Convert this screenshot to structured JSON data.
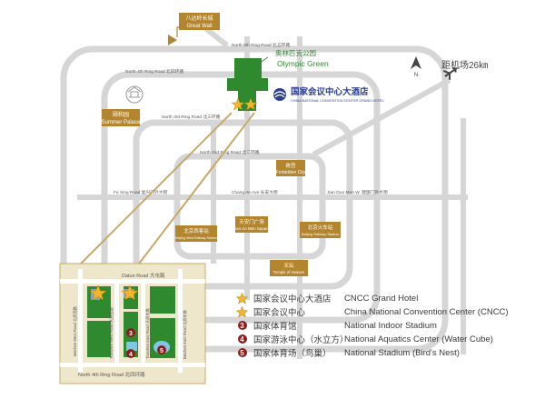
{
  "map": {
    "great_wall": {
      "zh": "八达岭长城",
      "en": "Great Wall"
    },
    "olympic_green": {
      "zh": "奥林匹克公园",
      "en": "Olympic Green"
    },
    "hotel_logo": {
      "zh": "国家会议中心大酒店",
      "en": "CHINA NATIONAL CONVENTION CENTER GRAND HOTEL"
    },
    "summer_palace": {
      "zh": "颐和园",
      "en": "Summer Palace"
    },
    "airport": "距机场26㎞",
    "north_arrow": "N",
    "roads": {
      "north_5th": "North 5th Ring Road  北五环路",
      "north_4th": "North 4th Ring Road  北四环路",
      "north_3rd": "North 3rd Ring Road  北三环路",
      "north_2nd": "North 2nd Ring Road  北二环路",
      "fu_xing": "Fu Xing Road  复兴门外大街",
      "changan": "Chang An Ave  长安大街",
      "jianguomen": "Jian Guo Men W.  建国门外大街"
    },
    "landmarks": {
      "forbidden_city": {
        "zh": "故宫",
        "en": "Forbidden City"
      },
      "tiananmen": {
        "zh": "天安门广场",
        "en": "Tian An Men Square"
      },
      "west_station": {
        "zh": "北京西客站",
        "en": "Beijing West Railway Station"
      },
      "railway_station": {
        "zh": "北京火车站",
        "en": "Beijing Railway Station"
      },
      "temple_heaven": {
        "zh": "天坛",
        "en": "Temple of Heaven"
      }
    },
    "inset": {
      "datun": "Datun Road  大屯路",
      "beichen_west": "Beichen West Road  北辰西路",
      "tianchen_west": "Tianchen West Road  天辰西路",
      "tianchen_east": "Tianchen East Road  天辰东路",
      "beichen_east": "Beichen East Road  北辰东路",
      "north_4th": "North 4th Ring Road  北四环路",
      "nums": [
        "3",
        "4",
        "5"
      ]
    }
  },
  "legend": [
    {
      "marker": "star",
      "zh": "国家会议中心大酒店",
      "en": "CNCC Grand Hotel"
    },
    {
      "marker": "star",
      "zh": "国家会议中心",
      "en": "China National Convention Center (CNCC)"
    },
    {
      "marker": "3",
      "zh": "国家体育馆",
      "en": "National Indoor Stadium"
    },
    {
      "marker": "4",
      "zh": "国家游泳中心（水立方）",
      "en": "National Aquatics Center (Water Cube)"
    },
    {
      "marker": "5",
      "zh": "国家体育场（鸟巢）",
      "en": "National Stadium (Bird's Nest)"
    }
  ],
  "colors": {
    "road": "#d6d6d6",
    "green": "#2f8a2f",
    "inset_bg": "#efe7cc",
    "callout": "#b3852e",
    "marker": "#8d1d1d",
    "star": "#f3b62a",
    "logo_blue": "#2a3d8f"
  }
}
